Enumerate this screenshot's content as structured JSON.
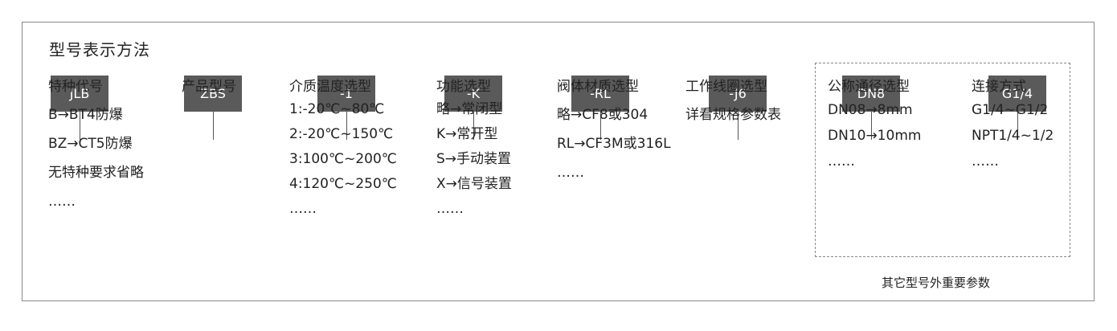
{
  "title": "型号表示方法",
  "caption": "其它型号外重要参数",
  "columns": [
    {
      "code": "JLB",
      "heading": "特种代号",
      "lines": [
        "B→BT4防爆",
        "BZ→CT5防爆",
        "无特种要求省略",
        "……"
      ]
    },
    {
      "code": "ZBS",
      "heading": "产品型号",
      "lines": []
    },
    {
      "code": "-1",
      "heading": "介质温度选型",
      "lines": [
        "1:-20℃~80℃",
        "2:-20℃~150℃",
        "3:100℃~200℃",
        "4:120℃~250℃",
        "……"
      ]
    },
    {
      "code": "-K",
      "heading": "功能选型",
      "lines": [
        "略→常闭型",
        "K→常开型",
        "S→手动装置",
        "X→信号装置",
        "……"
      ]
    },
    {
      "code": "-RL",
      "heading": "阀体材质选型",
      "lines": [
        "略→CF8或304",
        "RL→CF3M或316L",
        "……"
      ]
    },
    {
      "code": "-J6",
      "heading": "工作线圈选型",
      "lines": [
        "详看规格参数表"
      ]
    },
    {
      "code": "DN8",
      "heading": "公称通径选型",
      "lines": [
        "DN08→8mm",
        "DN10→10mm",
        "……"
      ]
    },
    {
      "code": "G1/4",
      "heading": "连接方式",
      "lines": [
        "G1/4~G1/2",
        "NPT1/4~1/2",
        "……"
      ]
    }
  ]
}
